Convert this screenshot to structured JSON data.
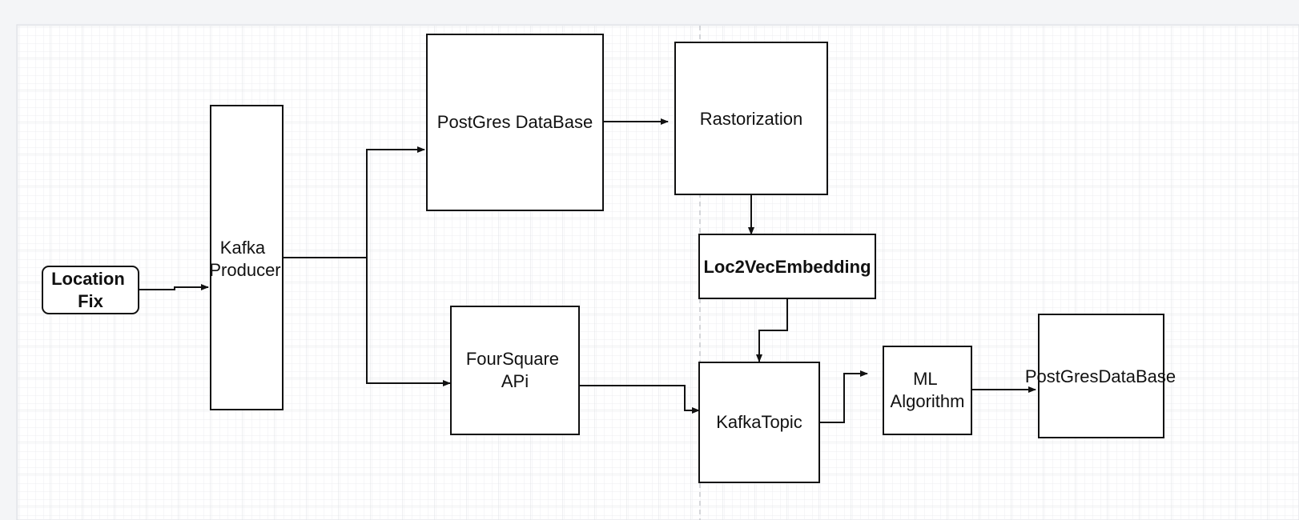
{
  "nodes": {
    "location_fix": {
      "label_lines": [
        "Location",
        "Fix"
      ]
    },
    "kafka_producer": {
      "label_lines": [
        "Kafka",
        "Producer"
      ]
    },
    "postgres_database_1": {
      "label_lines": [
        "PostGres DataBase"
      ]
    },
    "rastorization": {
      "label_lines": [
        "Rastorization"
      ]
    },
    "loc2vec_embedding": {
      "label_lines": [
        "Loc2VecEmbedding"
      ]
    },
    "foursquare_api": {
      "label_lines": [
        "FourSquare",
        "APi"
      ]
    },
    "kafka_topic": {
      "label_lines": [
        "KafkaTopic"
      ]
    },
    "ml_algorithm": {
      "label_lines": [
        "ML",
        "Algorithm"
      ]
    },
    "postgres_database_2": {
      "label_lines": [
        "PostGresDataBase"
      ]
    }
  },
  "colors": {
    "page_background": "#f4f5f7",
    "canvas_background": "#ffffff",
    "grid_minor": "#eceef1",
    "grid_major": "#dfe2e6",
    "stroke": "#111111"
  }
}
